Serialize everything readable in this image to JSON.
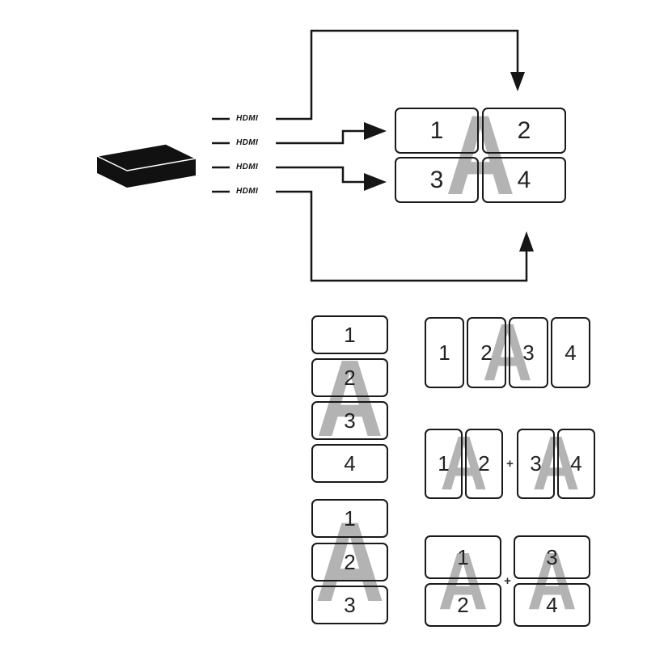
{
  "diagram": {
    "inputs": [
      {
        "label": "HDMI"
      },
      {
        "label": "HDMI"
      },
      {
        "label": "HDMI"
      },
      {
        "label": "HDMI"
      }
    ],
    "main_wall": {
      "letter": "A",
      "cells": [
        "1",
        "2",
        "3",
        "4"
      ]
    },
    "layouts": {
      "column4": {
        "letter": "A",
        "cells": [
          "1",
          "2",
          "3",
          "4"
        ]
      },
      "row4": {
        "letter": "A",
        "cells": [
          "1",
          "2",
          "3",
          "4"
        ]
      },
      "row2_left": {
        "letter": "A",
        "cells": [
          "1",
          "2"
        ]
      },
      "row2_right": {
        "letter": "A",
        "cells": [
          "3",
          "4"
        ]
      },
      "column3": {
        "letter": "A",
        "cells": [
          "1",
          "2",
          "3"
        ]
      },
      "column2_left": {
        "letter": "A",
        "cells": [
          "1",
          "2"
        ]
      },
      "column2_right": {
        "letter": "A",
        "cells": [
          "3",
          "4"
        ]
      }
    },
    "plus": "+",
    "colors": {
      "line": "#161616",
      "cell_border": "#191919",
      "watermark": "#b3b3b3",
      "number": "#222222"
    }
  }
}
